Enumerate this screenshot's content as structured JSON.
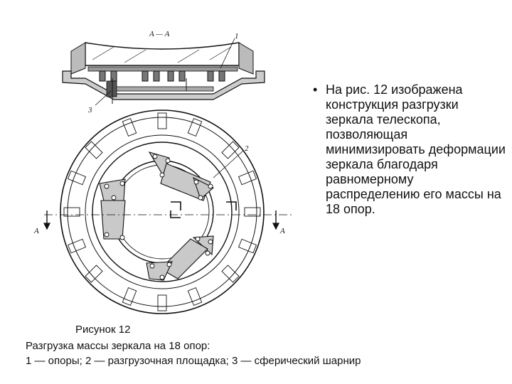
{
  "figure": {
    "section_label": "A — A",
    "callouts": [
      "1",
      "2",
      "3"
    ],
    "section_arrow_letter": "A"
  },
  "bullet": {
    "marker": "•",
    "text": "На рис. 12 изображена конструкция разгрузки зеркала телескопа, позволяющая минимизировать деформации зеркала благодаря равномерному распределению его массы на 18 опор."
  },
  "caption": {
    "title": "Рисунок 12",
    "line1": "Разгрузка массы зеркала на 18 опор:",
    "line2": "1 — опоры; 2 — разгрузочная площадка; 3 — сферический шарнир"
  }
}
